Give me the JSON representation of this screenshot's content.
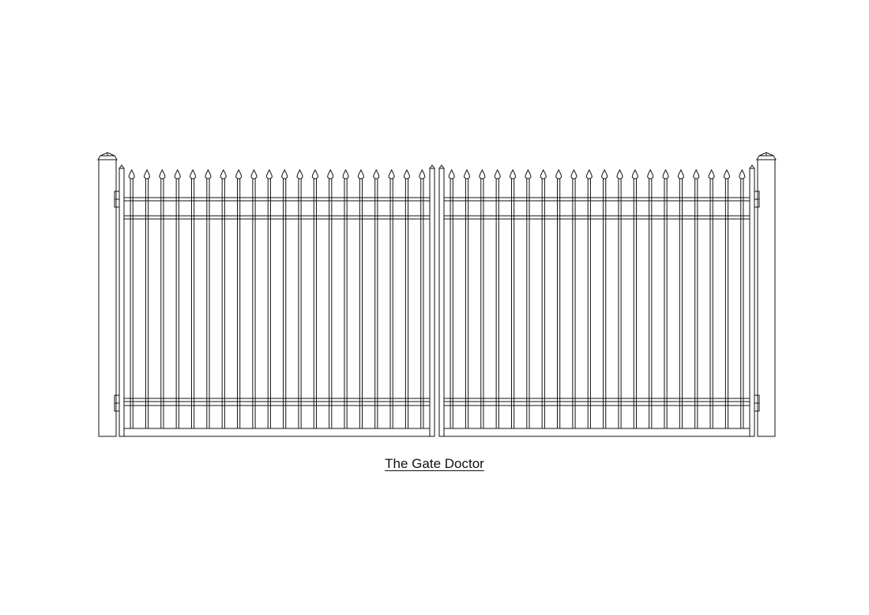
{
  "drawing": {
    "caption": "The Gate Doctor",
    "line_color": "#111111",
    "background": "#ffffff",
    "leaves": [
      {
        "name": "left-gate-leaf",
        "pickets": 20,
        "hinged_side": "left"
      },
      {
        "name": "right-gate-leaf",
        "pickets": 20,
        "hinged_side": "right"
      }
    ],
    "posts": [
      {
        "name": "left-post",
        "cap": "pyramid"
      },
      {
        "name": "right-post",
        "cap": "pyramid"
      }
    ],
    "picket_top": "spear"
  }
}
